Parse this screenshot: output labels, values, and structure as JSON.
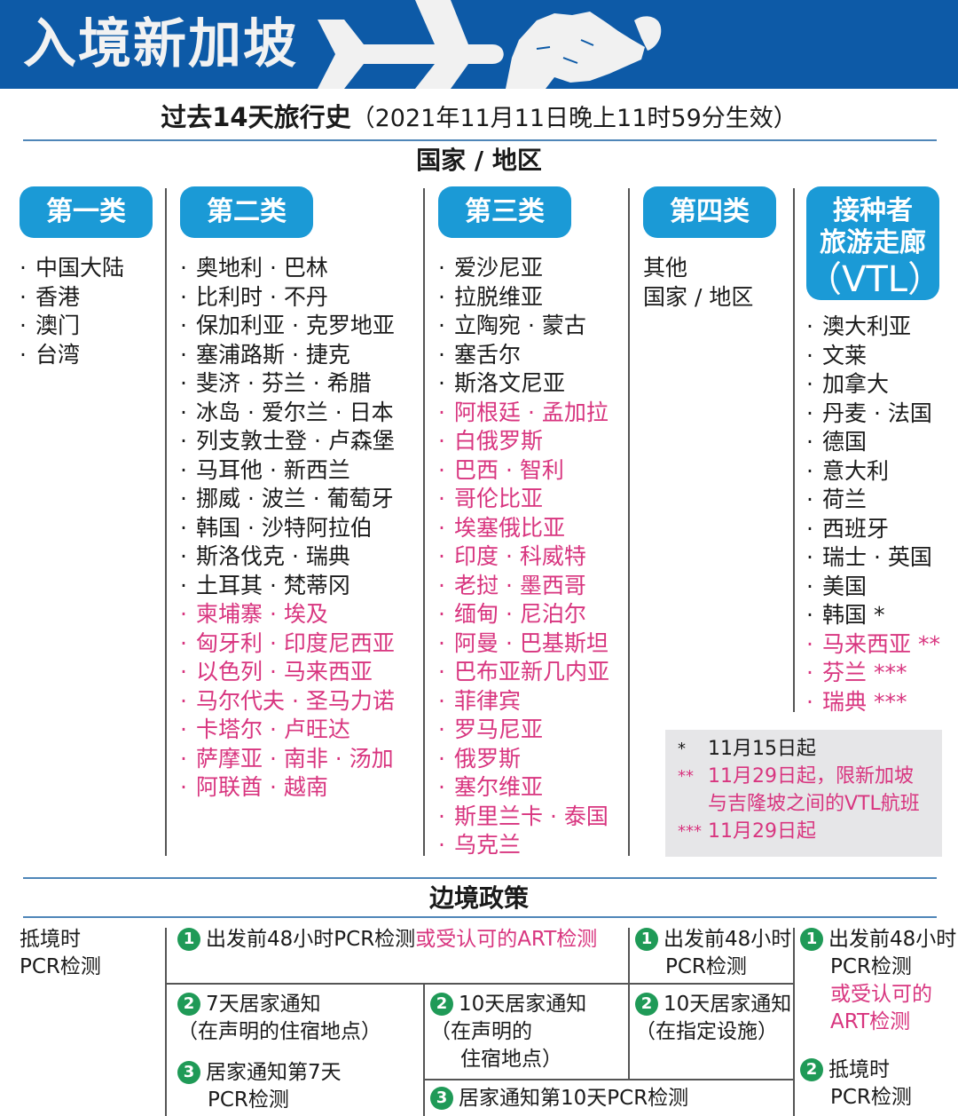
{
  "banner": {
    "title": "入境新加坡",
    "bg_color": "#0d5aa7",
    "icons": [
      "airplane-icon",
      "singapore-map-icon"
    ]
  },
  "subtitle": {
    "bold": "过去14天旅行史",
    "effective": "（2021年11月11日晚上11时59分生效）"
  },
  "region_label": "国家 / 地区",
  "colors": {
    "category_pill": "#1b9ad6",
    "highlight_red": "#d8357f",
    "step_badge": "#1f9a57",
    "rule_line": "#4f86b8",
    "note_bg": "#e6e6e8"
  },
  "categories": [
    {
      "label": "第一类",
      "items": [
        {
          "text": "中国大陆",
          "red": false
        },
        {
          "text": "香港",
          "red": false
        },
        {
          "text": "澳门",
          "red": false
        },
        {
          "text": "台湾",
          "red": false
        }
      ]
    },
    {
      "label": "第二类",
      "items": [
        {
          "text": "奥地利 · 巴林",
          "red": false
        },
        {
          "text": "比利时 · 不丹",
          "red": false
        },
        {
          "text": "保加利亚 · 克罗地亚",
          "red": false
        },
        {
          "text": "塞浦路斯 · 捷克",
          "red": false
        },
        {
          "text": "斐济 · 芬兰 · 希腊",
          "red": false
        },
        {
          "text": "冰岛 · 爱尔兰 · 日本",
          "red": false
        },
        {
          "text": "列支敦士登 · 卢森堡",
          "red": false
        },
        {
          "text": "马耳他 · 新西兰",
          "red": false
        },
        {
          "text": "挪威 · 波兰 · 葡萄牙",
          "red": false
        },
        {
          "text": "韩国 · 沙特阿拉伯",
          "red": false
        },
        {
          "text": "斯洛伐克 · 瑞典",
          "red": false
        },
        {
          "text": "土耳其 · 梵蒂冈",
          "red": false
        },
        {
          "text": "柬埔寨 · 埃及",
          "red": true
        },
        {
          "text": "匈牙利 · 印度尼西亚",
          "red": true
        },
        {
          "text": "以色列 · 马来西亚",
          "red": true
        },
        {
          "text": "马尔代夫 · 圣马力诺",
          "red": true
        },
        {
          "text": "卡塔尔 · 卢旺达",
          "red": true
        },
        {
          "text": "萨摩亚 · 南非 · 汤加",
          "red": true
        },
        {
          "text": "阿联酋 · 越南",
          "red": true
        }
      ]
    },
    {
      "label": "第三类",
      "items": [
        {
          "text": "爱沙尼亚",
          "red": false
        },
        {
          "text": "拉脱维亚",
          "red": false
        },
        {
          "text": "立陶宛 · 蒙古",
          "red": false
        },
        {
          "text": "塞舌尔",
          "red": false
        },
        {
          "text": "斯洛文尼亚",
          "red": false
        },
        {
          "text": "阿根廷 · 孟加拉",
          "red": true
        },
        {
          "text": "白俄罗斯",
          "red": true
        },
        {
          "text": "巴西 · 智利",
          "red": true
        },
        {
          "text": "哥伦比亚",
          "red": true
        },
        {
          "text": "埃塞俄比亚",
          "red": true
        },
        {
          "text": "印度 · 科威特",
          "red": true
        },
        {
          "text": "老挝 · 墨西哥",
          "red": true
        },
        {
          "text": "缅甸 · 尼泊尔",
          "red": true
        },
        {
          "text": "阿曼 · 巴基斯坦",
          "red": true
        },
        {
          "text": "巴布亚新几内亚",
          "red": true
        },
        {
          "text": "菲律宾",
          "red": true
        },
        {
          "text": "罗马尼亚",
          "red": true
        },
        {
          "text": "俄罗斯",
          "red": true
        },
        {
          "text": "塞尔维亚",
          "red": true
        },
        {
          "text": "斯里兰卡 · 泰国",
          "red": true
        },
        {
          "text": "乌克兰",
          "red": true
        }
      ]
    },
    {
      "label": "第四类",
      "other_line1": "其他",
      "other_line2": "国家 / 地区"
    },
    {
      "label_line1": "接种者",
      "label_line2": "旅游走廊",
      "label_line3": "（VTL）",
      "items": [
        {
          "text": "澳大利亚",
          "red": false
        },
        {
          "text": "文莱",
          "red": false
        },
        {
          "text": "加拿大",
          "red": false
        },
        {
          "text": "丹麦 · 法国",
          "red": false
        },
        {
          "text": "德国",
          "red": false
        },
        {
          "text": "意大利",
          "red": false
        },
        {
          "text": "荷兰",
          "red": false
        },
        {
          "text": "西班牙",
          "red": false
        },
        {
          "text": "瑞士 · 英国",
          "red": false
        },
        {
          "text": "美国",
          "red": false
        },
        {
          "text": "韩国 *",
          "red": false
        },
        {
          "text": "马来西亚 **",
          "red": true
        },
        {
          "text": "芬兰 ***",
          "red": true
        },
        {
          "text": "瑞典 ***",
          "red": true
        }
      ]
    }
  ],
  "notes": [
    {
      "mark": "*",
      "text": "11月15日起",
      "red": false
    },
    {
      "mark": "**",
      "text": "11月29日起，限新加坡",
      "red": true
    },
    {
      "mark": "",
      "text": "与吉隆坡之间的VTL航班",
      "red": true
    },
    {
      "mark": "***",
      "text": "11月29日起",
      "red": true
    }
  ],
  "policy": {
    "title": "边境政策",
    "row_label_line1": "抵境时",
    "row_label_line2": "PCR检测",
    "cat12_step1": {
      "num": "1",
      "text": "出发前48小时PCR检测",
      "red_text": "或受认可的ART检测"
    },
    "cat2_step2": {
      "num": "2",
      "line1": "7天居家通知",
      "line2": "（在声明的住宿地点）"
    },
    "cat2_step3": {
      "num": "3",
      "line1": "居家通知第7天",
      "line2": "PCR检测"
    },
    "cat3_step2": {
      "num": "2",
      "line1": "10天居家通知",
      "line2": "（在声明的",
      "line3": "住宿地点）"
    },
    "cat34_step3": {
      "num": "3",
      "text": "居家通知第10天PCR检测"
    },
    "cat4_step1": {
      "num": "1",
      "line1": "出发前48小时",
      "line2": "PCR检测"
    },
    "cat4_step2": {
      "num": "2",
      "line1": "10天居家通知",
      "line2": "（在指定设施）"
    },
    "vtl_step1": {
      "num": "1",
      "line1": "出发前48小时",
      "line2": "PCR检测",
      "red_line1": "或受认可的",
      "red_line2": "ART检测"
    },
    "vtl_step2": {
      "num": "2",
      "line1": "抵境时",
      "line2": "PCR检测"
    }
  }
}
